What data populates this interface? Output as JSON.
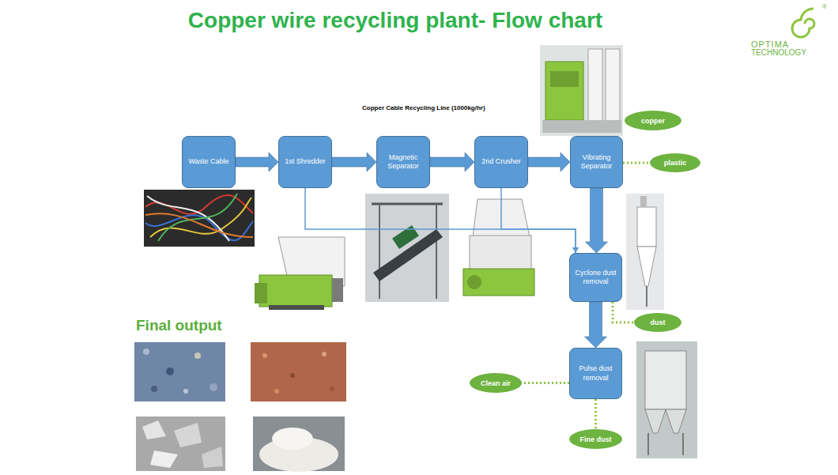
{
  "diagram": {
    "title": "Copper wire recycling plant- Flow chart",
    "nodes": [
      {
        "text": [
          "Waste Cable"
        ]
      },
      {
        "text": [
          "1st Shredder"
        ]
      },
      {
        "text": [
          "Magnetic Separator"
        ]
      },
      {
        "text": [
          "2nd Crusher"
        ]
      },
      {
        "text": [
          "Vibrating Separator"
        ]
      },
      {
        "text": [
          "copper"
        ]
      },
      {
        "text": [
          "plastic"
        ]
      },
      {
        "text": [
          "Cyclone dust removal"
        ]
      },
      {
        "text": [
          "dust"
        ]
      },
      {
        "text": [
          "Pulse dust removal"
        ]
      },
      {
        "text": [
          "Clean air"
        ]
      },
      {
        "text": [
          "Fine dust"
        ]
      }
    ],
    "edges": [
      {
        "from": 0,
        "to": 1,
        "arrow": "to"
      },
      {
        "from": 1,
        "to": 2,
        "arrow": "to"
      },
      {
        "from": 2,
        "to": 3,
        "arrow": "to"
      },
      {
        "from": 3,
        "to": 4,
        "arrow": "to"
      },
      {
        "from": 4,
        "to": 7,
        "arrow": "to"
      },
      {
        "from": 1,
        "to": 7,
        "arrow": "to"
      },
      {
        "from": 3,
        "to": 7,
        "arrow": "to"
      },
      {
        "from": 7,
        "to": 9,
        "arrow": "to"
      },
      {
        "from": 4,
        "to": 6,
        "arrow": "none"
      },
      {
        "from": 7,
        "to": 8,
        "arrow": "none"
      },
      {
        "from": 9,
        "to": 10,
        "arrow": "none"
      },
      {
        "from": 9,
        "to": 11,
        "arrow": "none"
      }
    ],
    "labels": [
      "Copper Cable Recycling Line (1000kg/hr)",
      "Final output",
      "OPTIMA",
      "TECHNOLOGY",
      "®"
    ]
  }
}
